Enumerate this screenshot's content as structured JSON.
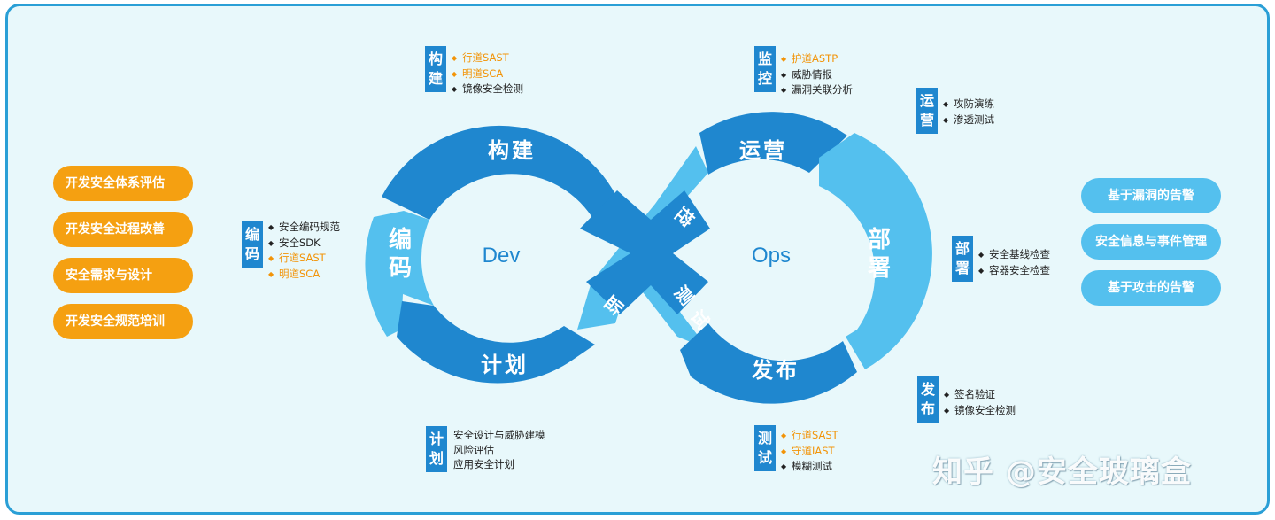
{
  "left_practices": [
    "开发安全体系评估",
    "开发安全过程改善",
    "安全需求与设计",
    "开发安全规范培训"
  ],
  "right_practices": [
    "基于漏洞的告警",
    "安全信息与事件管理",
    "基于攻击的告警"
  ],
  "loop": {
    "dev_label": "Dev",
    "ops_label": "Ops",
    "dev_segments": {
      "build": "构建",
      "code": "编码",
      "plan": "计划"
    },
    "ops_segments": {
      "operate": "运营",
      "deploy": "部署",
      "release": "发布"
    },
    "cross_segments": {
      "monitor": "监控",
      "test": "测试"
    }
  },
  "stages": {
    "build": {
      "tag": [
        "构",
        "建"
      ],
      "items": [
        {
          "text": "行道SAST",
          "highlight": true
        },
        {
          "text": "明道SCA",
          "highlight": true
        },
        {
          "text": "镜像安全检测",
          "highlight": false
        }
      ]
    },
    "code": {
      "tag": [
        "编",
        "码"
      ],
      "items": [
        {
          "text": "安全编码规范",
          "highlight": false
        },
        {
          "text": "安全SDK",
          "highlight": false
        },
        {
          "text": "行道SAST",
          "highlight": true
        },
        {
          "text": "明道SCA",
          "highlight": true
        }
      ]
    },
    "plan": {
      "tag": [
        "计",
        "划"
      ],
      "items": [
        {
          "text": "安全设计与威胁建模",
          "highlight": false
        },
        {
          "text": "风险评估",
          "highlight": false
        },
        {
          "text": "应用安全计划",
          "highlight": false
        }
      ]
    },
    "monitor": {
      "tag": [
        "监",
        "控"
      ],
      "items": [
        {
          "text": "护道ASTP",
          "highlight": true
        },
        {
          "text": "威胁情报",
          "highlight": false
        },
        {
          "text": "漏洞关联分析",
          "highlight": false
        }
      ]
    },
    "operate": {
      "tag": [
        "运",
        "营"
      ],
      "items": [
        {
          "text": "攻防演练",
          "highlight": false
        },
        {
          "text": "渗透测试",
          "highlight": false
        }
      ]
    },
    "deploy": {
      "tag": [
        "部",
        "署"
      ],
      "items": [
        {
          "text": "安全基线检查",
          "highlight": false
        },
        {
          "text": "容器安全检查",
          "highlight": false
        }
      ]
    },
    "release": {
      "tag": [
        "发",
        "布"
      ],
      "items": [
        {
          "text": "签名验证",
          "highlight": false
        },
        {
          "text": "镜像安全检测",
          "highlight": false
        }
      ]
    },
    "test": {
      "tag": [
        "测",
        "试"
      ],
      "items": [
        {
          "text": "行道SAST",
          "highlight": true
        },
        {
          "text": "守道IAST",
          "highlight": true
        },
        {
          "text": "模糊测试",
          "highlight": false
        }
      ]
    }
  },
  "watermark": "知乎 @安全玻璃盒",
  "colors": {
    "dark_blue": "#1f87cf",
    "light_blue": "#54c0ee",
    "orange": "#f5a011",
    "highlight_text": "#f29408",
    "frame": "#2a9fd6",
    "background": "#e8f8fb"
  }
}
